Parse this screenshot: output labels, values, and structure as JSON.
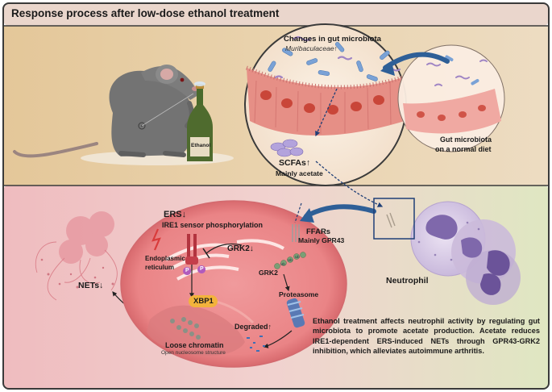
{
  "header": {
    "title": "Response process after low-dose ethanol treatment"
  },
  "top_panel": {
    "changes_title": "Changes in gut microbiota",
    "changes_detail": "Muribaculaceae↑",
    "scfa_label": "SCFAs↑",
    "scfa_detail": "Mainly acetate",
    "normal_diet_line1": "Gut microbiota",
    "normal_diet_line2": "on a normal diet",
    "bottle_label": "Ethanol"
  },
  "bottom_panel": {
    "ers_label": "ERS↓",
    "ire1_label": "IRE1 sensor phosphorylation",
    "er_label_line1": "Endoplasmic",
    "er_label_line2": "reticulum",
    "grk2_top_label": "GRK2↓",
    "ffars_label": "FFARs",
    "ffars_detail": "Mainly GPR43",
    "grk2_label": "GRK2",
    "ub_tag": "Ub",
    "proteasome_label": "Proteasome",
    "degraded_label": "Degraded↑",
    "xbp1_label": "XBP1",
    "nets_label": "NETs↓",
    "chromatin_label": "Loose chromatin",
    "chromatin_detail": "Open nucleosome structure",
    "neutrophil_label": "Neutrophil",
    "phospho_label": "P",
    "summary": "Ethanol treatment affects neutrophil activity by regulating gut microbiota to promote acetate production. Acetate reduces IRE1-dependent ERS-induced NETs through GPR43-GRK2 inhibition, which alleviates autoimmune arthritis."
  },
  "colors": {
    "header_bg": "#ead6cc",
    "top_bg": "#e3c89e",
    "bottom_left_bg": "#efc3c3",
    "bottom_right_bg": "#e2e8c6",
    "cell_fill": "#ec8a8c",
    "neutrophil_fill": "#8f78b4"
  }
}
